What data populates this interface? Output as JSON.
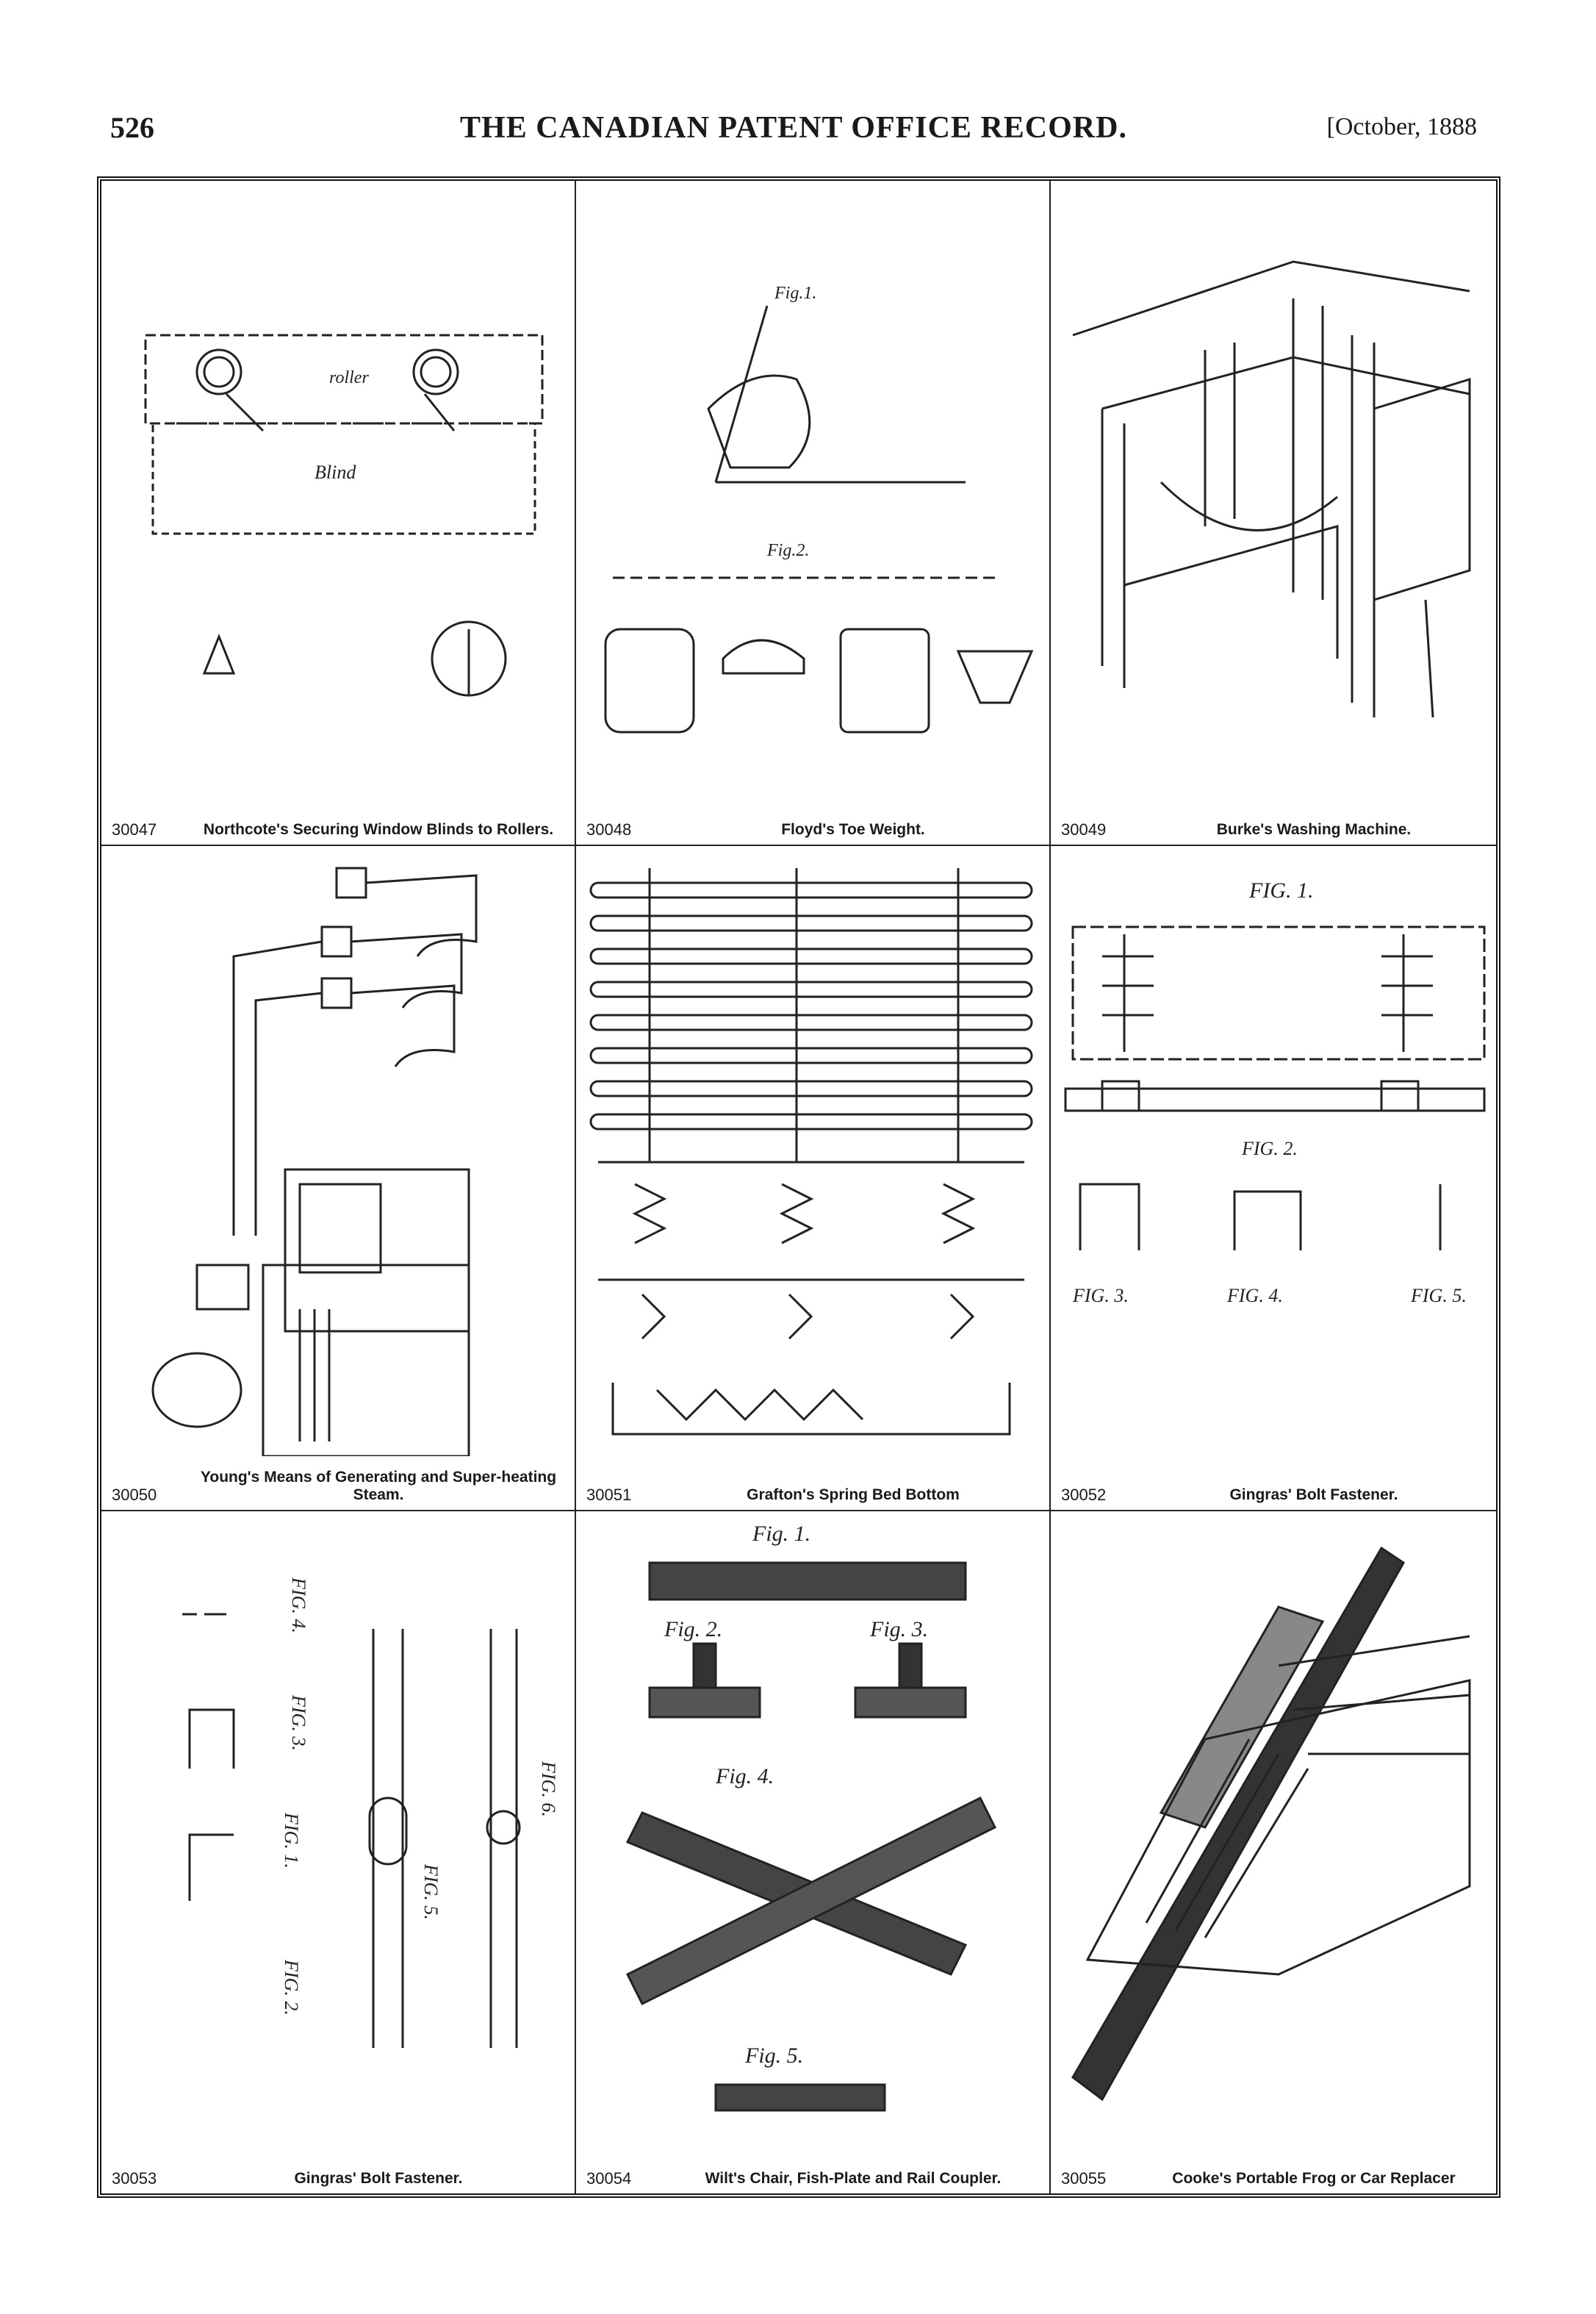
{
  "header": {
    "page_number": "526",
    "title": "THE CANADIAN PATENT OFFICE RECORD.",
    "date": "[October, 1888"
  },
  "patents": [
    {
      "number": "30047",
      "title": "Northcote's Securing Window Blinds to Rollers.",
      "labels": {
        "roller": "roller",
        "blind": "Blind"
      }
    },
    {
      "number": "30048",
      "title": "Floyd's Toe Weight.",
      "labels": {
        "fig1": "Fig.1.",
        "fig2": "Fig.2."
      }
    },
    {
      "number": "30049",
      "title": "Burke's Washing Machine."
    },
    {
      "number": "30050",
      "title": "Young's Means of Generating and Super-heating Steam."
    },
    {
      "number": "30051",
      "title": "Grafton's Spring Bed Bottom"
    },
    {
      "number": "30052",
      "title": "Gingras' Bolt Fastener.",
      "labels": {
        "fig1": "FIG. 1.",
        "fig2": "FIG. 2.",
        "fig3": "FIG. 3.",
        "fig4": "FIG. 4.",
        "fig5": "FIG. 5."
      }
    },
    {
      "number": "30053",
      "title": "Gingras' Bolt Fastener.",
      "labels": {
        "fig1": "FIG. 1.",
        "fig2": "FIG. 2.",
        "fig3": "FIG. 3.",
        "fig4": "FIG. 4.",
        "fig5": "FIG. 5.",
        "fig6": "FIG. 6."
      }
    },
    {
      "number": "30054",
      "title": "Wilt's Chair, Fish-Plate and Rail Coupler.",
      "labels": {
        "fig1": "Fig. 1.",
        "fig2": "Fig. 2.",
        "fig3": "Fig. 3.",
        "fig4": "Fig. 4.",
        "fig5": "Fig. 5."
      }
    },
    {
      "number": "30055",
      "title": "Cooke's Portable Frog or Car Replacer"
    }
  ]
}
